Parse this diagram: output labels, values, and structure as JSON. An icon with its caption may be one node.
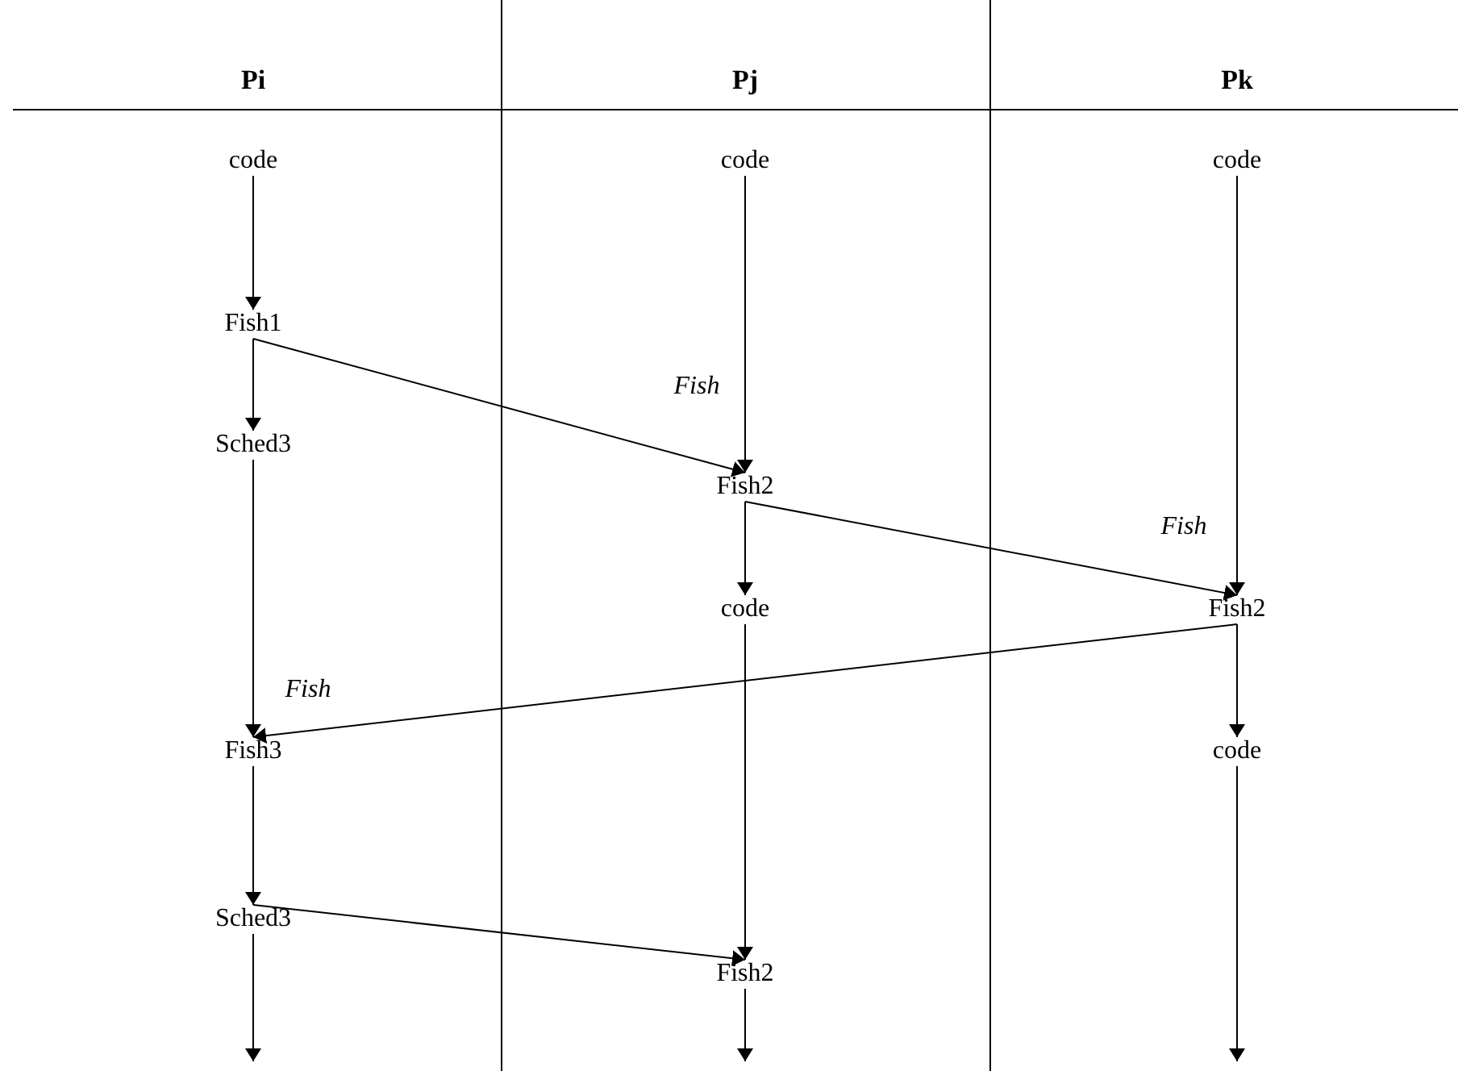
{
  "diagram": {
    "nodes": [
      {
        "text": [
          "code"
        ]
      },
      {
        "text": [
          "code"
        ]
      },
      {
        "text": [
          "code"
        ]
      },
      {
        "text": [
          "Fish1"
        ]
      },
      {
        "text": [
          "Sched3"
        ]
      },
      {
        "text": [
          "Fish2"
        ]
      },
      {
        "text": [
          "code"
        ]
      },
      {
        "text": [
          "Fish2"
        ]
      },
      {
        "text": [
          "Fish3"
        ]
      },
      {
        "text": [
          "code"
        ]
      },
      {
        "text": [
          "Sched3"
        ]
      },
      {
        "text": [
          "Fish2"
        ]
      }
    ],
    "edges": [
      {
        "from": 0,
        "to": 3,
        "arrow": "to"
      },
      {
        "from": 3,
        "to": 4,
        "arrow": "to"
      },
      {
        "from": 3,
        "to": 5,
        "arrow": "to",
        "label": "Fish"
      },
      {
        "from": 1,
        "to": 5,
        "arrow": "to"
      },
      {
        "from": 4,
        "to": 8,
        "arrow": "to"
      },
      {
        "from": 5,
        "to": 6,
        "arrow": "to"
      },
      {
        "from": 5,
        "to": 7,
        "arrow": "to",
        "label": "Fish"
      },
      {
        "from": 2,
        "to": 7,
        "arrow": "to"
      },
      {
        "from": 7,
        "to": 8,
        "arrow": "to",
        "label": "Fish"
      },
      {
        "from": 7,
        "to": 9,
        "arrow": "to"
      },
      {
        "from": 6,
        "to": 11,
        "arrow": "to"
      },
      {
        "from": 8,
        "to": 10,
        "arrow": "to"
      },
      {
        "from": 10,
        "to": 11,
        "arrow": "to"
      },
      {
        "from": 10,
        "to": null,
        "arrow": "to"
      },
      {
        "from": 11,
        "to": null,
        "arrow": "to"
      },
      {
        "from": 9,
        "to": null,
        "arrow": "to"
      }
    ],
    "labels": [
      "Pi",
      "Pj",
      "Pk"
    ]
  }
}
